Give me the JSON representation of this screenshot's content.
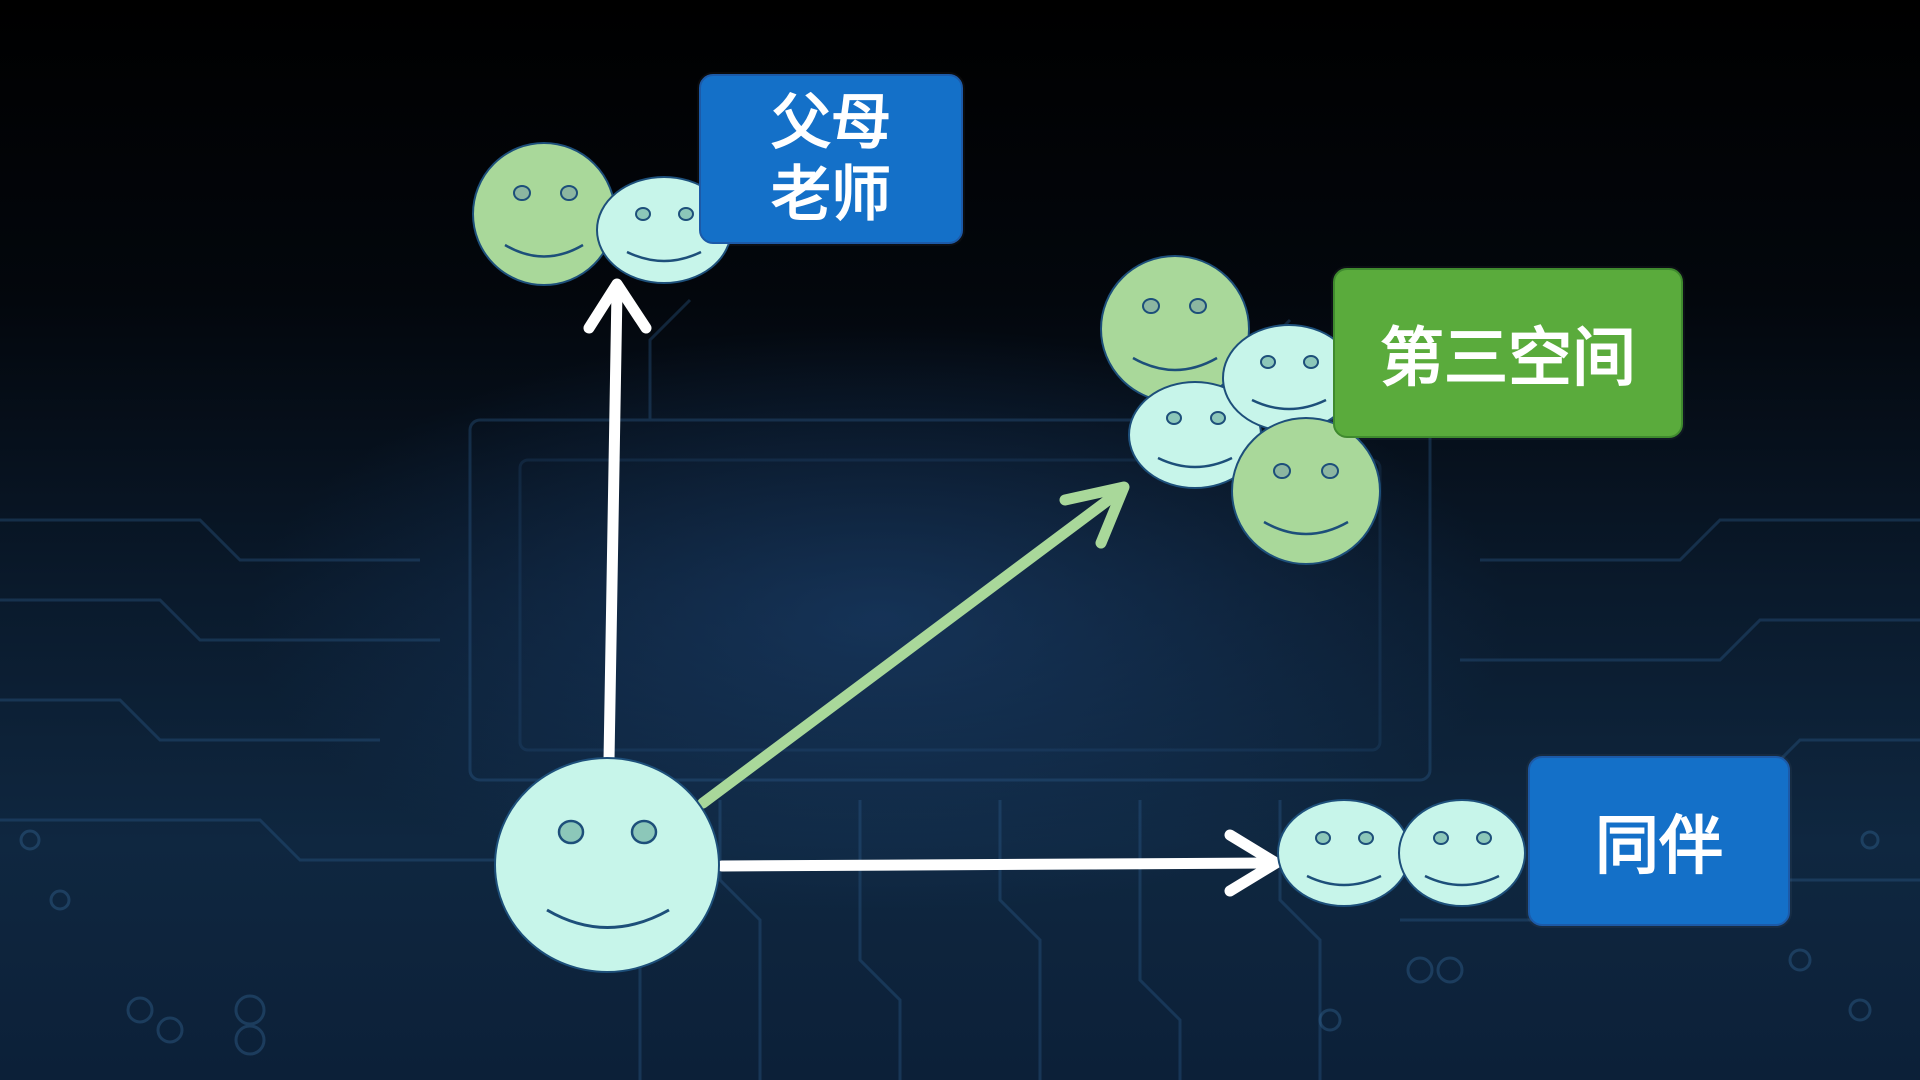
{
  "labels": {
    "parents_teachers": "父母\n老师",
    "third_space": "第三空间",
    "peers": "同伴"
  },
  "colors": {
    "blue_box": "#1470c8",
    "green_box": "#5aab3c",
    "face_green": "#a9d89a",
    "face_cyan": "#c7f5ea",
    "face_outline": "#1d4f7a",
    "arrow_white": "#ffffff",
    "arrow_green": "#a9d89a"
  },
  "icons": {
    "face": "smiley-face-icon",
    "arrow": "arrow-icon"
  }
}
